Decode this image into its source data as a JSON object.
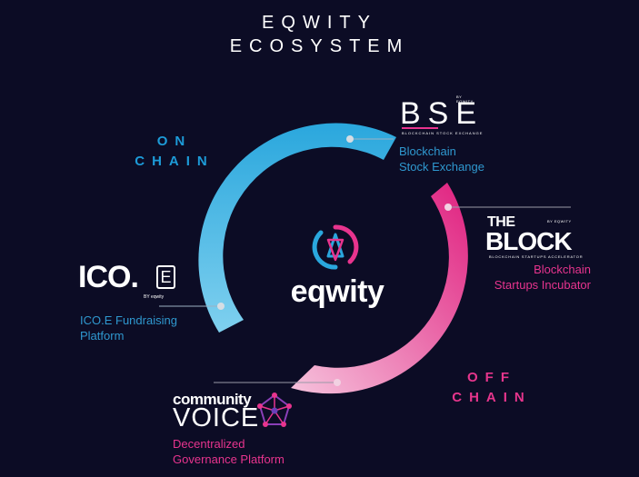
{
  "title": {
    "line1": "EQWITY",
    "line2": "ECOSYSTEM"
  },
  "segments": {
    "on_chain": {
      "line1": "ON",
      "line2": "CHAIN",
      "color": "#1d9bd8"
    },
    "off_chain": {
      "line1": "OFF",
      "line2": "CHAIN",
      "color": "#e6358c"
    }
  },
  "center": {
    "brand": "eqwity",
    "icon": "eqwity-logo-icon"
  },
  "nodes": {
    "bse": {
      "logo_text": "BSE",
      "logo_by": "BY EQWITY",
      "logo_sub": "BLOCKCHAIN STOCK EXCHANGE",
      "line1": "Blockchain",
      "line2": "Stock Exchange"
    },
    "the_block": {
      "logo_the": "THE",
      "logo_text": "BLOCK",
      "logo_by": "BY EQWITY",
      "logo_sub": "BLOCKCHAIN STARTUPS ACCELERATOR",
      "line1": "Blockchain",
      "line2": "Startups Incubator"
    },
    "ico_e": {
      "logo_text": "ICO.",
      "logo_box": "E",
      "logo_by": "BY eqwity",
      "line1": "ICO.E Fundraising",
      "line2": "Platform"
    },
    "community_voice": {
      "logo_top": "community",
      "logo_bottom": "VOICE",
      "icon": "network-pentagon-icon",
      "line1": "Decentralized",
      "line2": "Governance Platform"
    }
  },
  "colors": {
    "background": "#0c0c25",
    "blue": "#2f98cf",
    "pink": "#e8348e",
    "white": "#ffffff"
  }
}
